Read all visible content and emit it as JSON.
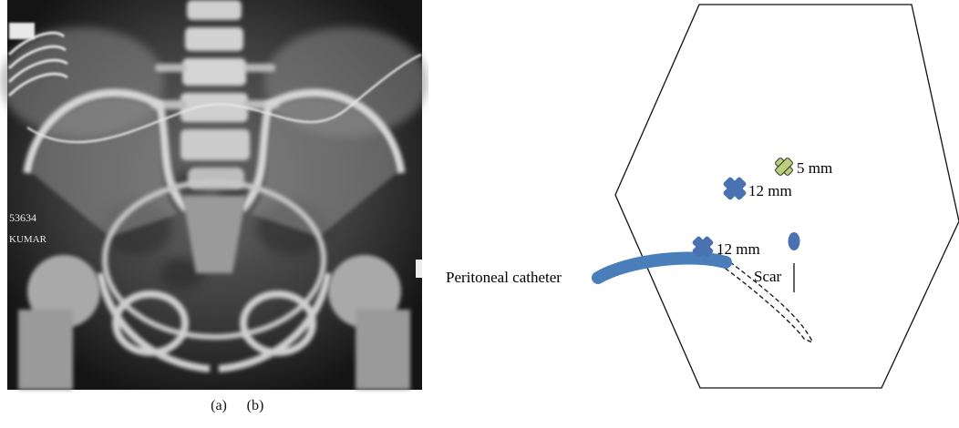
{
  "panel_a": {
    "caption": "(a)",
    "film_marker_number": "53634",
    "film_marker_name": "KUMAR"
  },
  "panel_b": {
    "caption": "(b)",
    "labels": {
      "port_5mm": "5 mm",
      "port_12mm_upper": "12 mm",
      "port_12mm_lower": "12 mm",
      "catheter": "Peritoneal catheter",
      "scar": "Scar"
    },
    "colors": {
      "port_12mm": "#4a72b0",
      "port_5mm": "#b9cf7a",
      "catheter": "#4a7ebb",
      "scar_marker": "#4a72b0",
      "outline": "#111111"
    },
    "icons": [
      "x-cross-port-icon",
      "oval-marker-icon"
    ]
  }
}
